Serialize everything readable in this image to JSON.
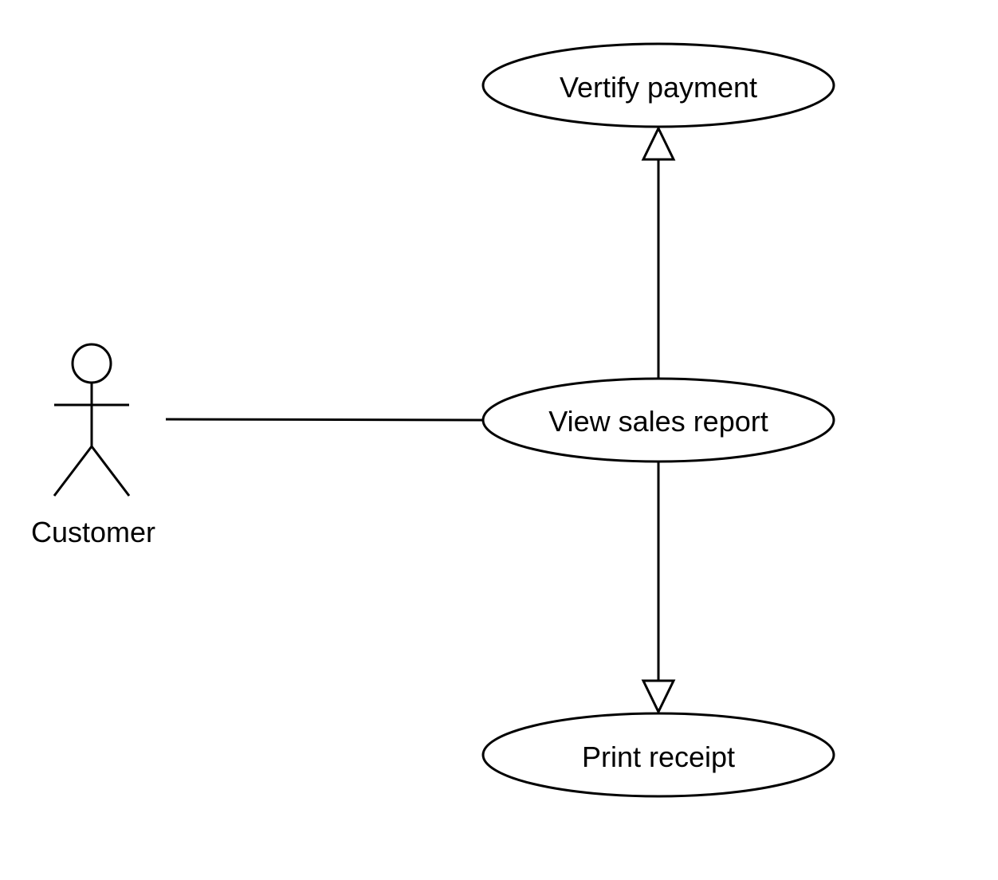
{
  "diagram": {
    "type": "use-case",
    "actors": [
      {
        "id": "customer",
        "label": "Customer"
      }
    ],
    "use_cases": [
      {
        "id": "verify_payment",
        "label": "Vertify payment"
      },
      {
        "id": "view_sales_report",
        "label": "View sales report"
      },
      {
        "id": "print_receipt",
        "label": "Print receipt"
      }
    ],
    "relationships": [
      {
        "from": "customer",
        "to": "view_sales_report",
        "type": "association"
      },
      {
        "from": "view_sales_report",
        "to": "verify_payment",
        "type": "generalization"
      },
      {
        "from": "view_sales_report",
        "to": "print_receipt",
        "type": "generalization"
      }
    ]
  }
}
